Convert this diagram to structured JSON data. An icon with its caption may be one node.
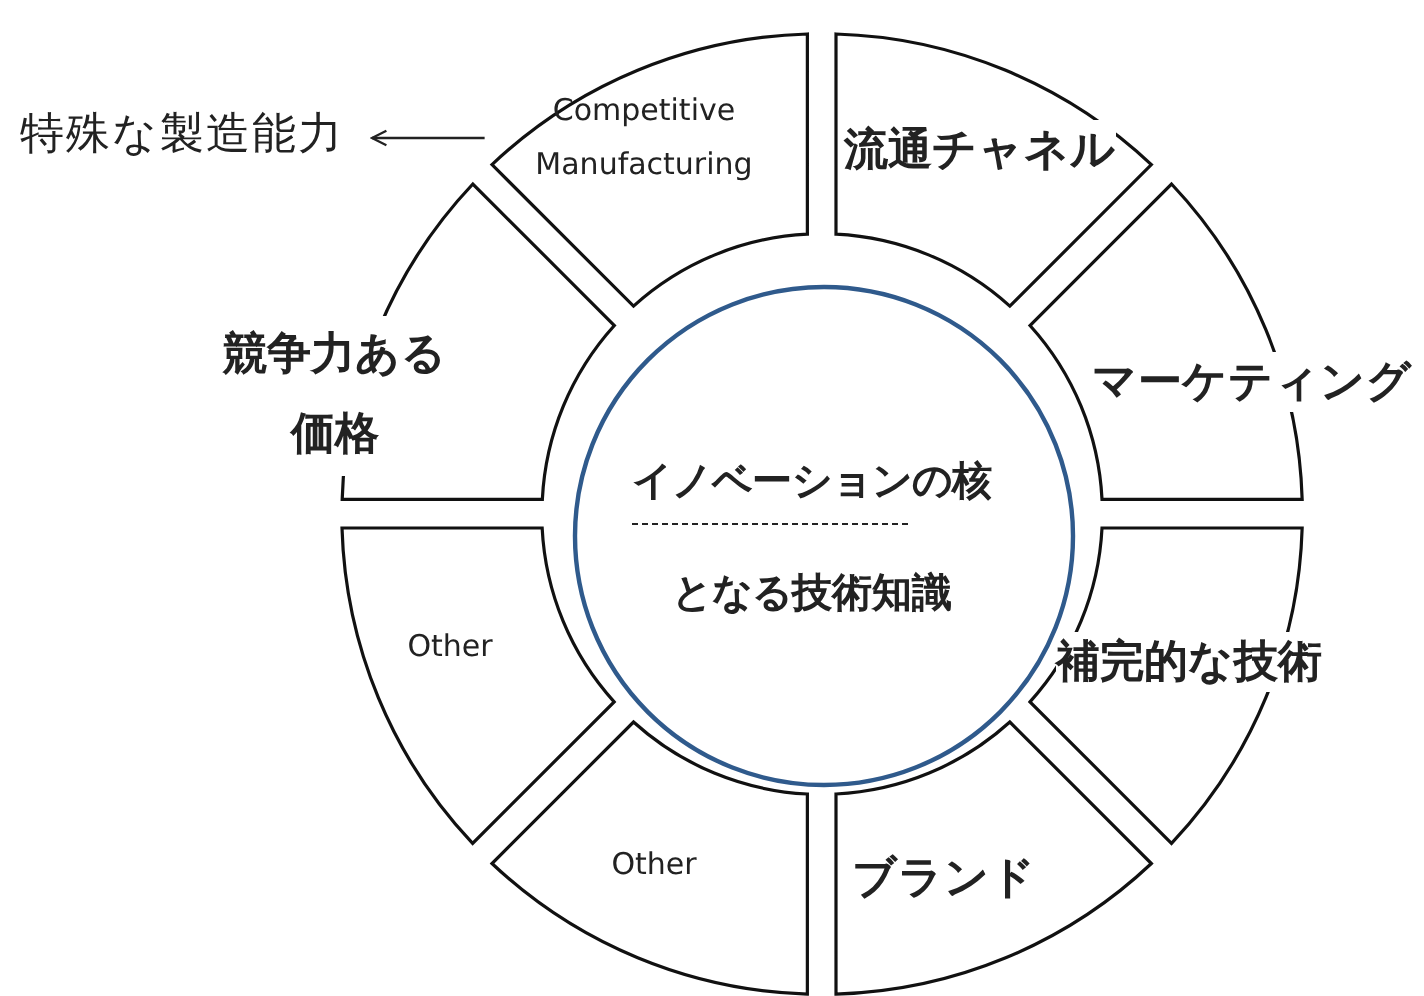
{
  "diagram": {
    "nodes": [
      {
        "text": [
          "特殊な製造能力"
        ]
      },
      {
        "text": [
          "Competitive Manufacturing"
        ]
      },
      {
        "text": [
          "流通チャネル"
        ]
      },
      {
        "text": [
          "競争力ある価格"
        ]
      },
      {
        "text": [
          "マーケティング"
        ]
      },
      {
        "text": [
          "イノベーションの核となる技術知識"
        ]
      },
      {
        "text": [
          "Other"
        ]
      },
      {
        "text": [
          "補完的な技術"
        ]
      },
      {
        "text": [
          "Other"
        ]
      },
      {
        "text": [
          "ブランド"
        ]
      }
    ],
    "edges": [
      {
        "from": 1,
        "to": 0,
        "arrow": "to"
      }
    ]
  }
}
